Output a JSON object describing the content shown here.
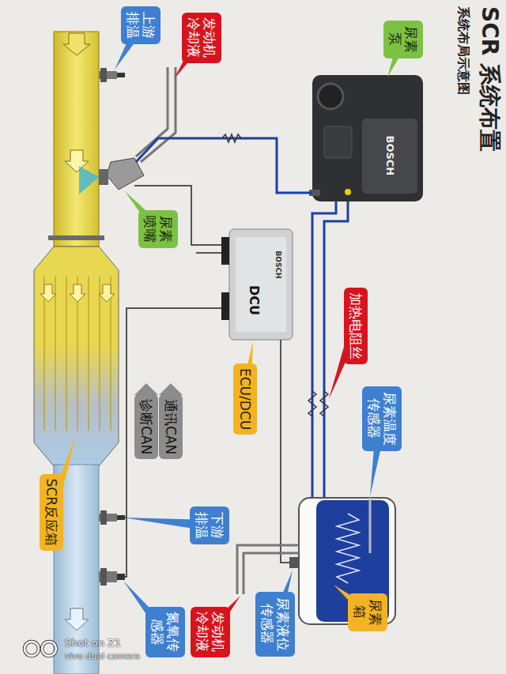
{
  "diagram": {
    "title": "SCR 系统布置",
    "nodes": [
      {
        "text": [
          "尿素泵"
        ]
      },
      {
        "text": [
          "发动机冷却液"
        ]
      },
      {
        "text": [
          "上游排温"
        ]
      },
      {
        "text": [
          "尿素喷嘴"
        ]
      },
      {
        "text": [
          "加热电阻丝"
        ]
      },
      {
        "text": [
          "尿素温度传感器"
        ]
      },
      {
        "text": [
          "ECU/DCU"
        ]
      },
      {
        "text": [
          "通讯CAN"
        ]
      },
      {
        "text": [
          "诊断CAN"
        ]
      },
      {
        "text": [
          "SCR反应箱"
        ]
      },
      {
        "text": [
          "下游排温"
        ]
      },
      {
        "text": [
          "尿素箱"
        ]
      },
      {
        "text": [
          "尿素液位传感器"
        ]
      },
      {
        "text": [
          "发动机冷却液"
        ]
      },
      {
        "text": [
          "氮氧传感器"
        ]
      }
    ],
    "labels": [
      "系统布局示意图",
      "BOSCH",
      "BOSCH",
      "DCU",
      "Shot on Z1",
      "vivo dual camera"
    ]
  }
}
